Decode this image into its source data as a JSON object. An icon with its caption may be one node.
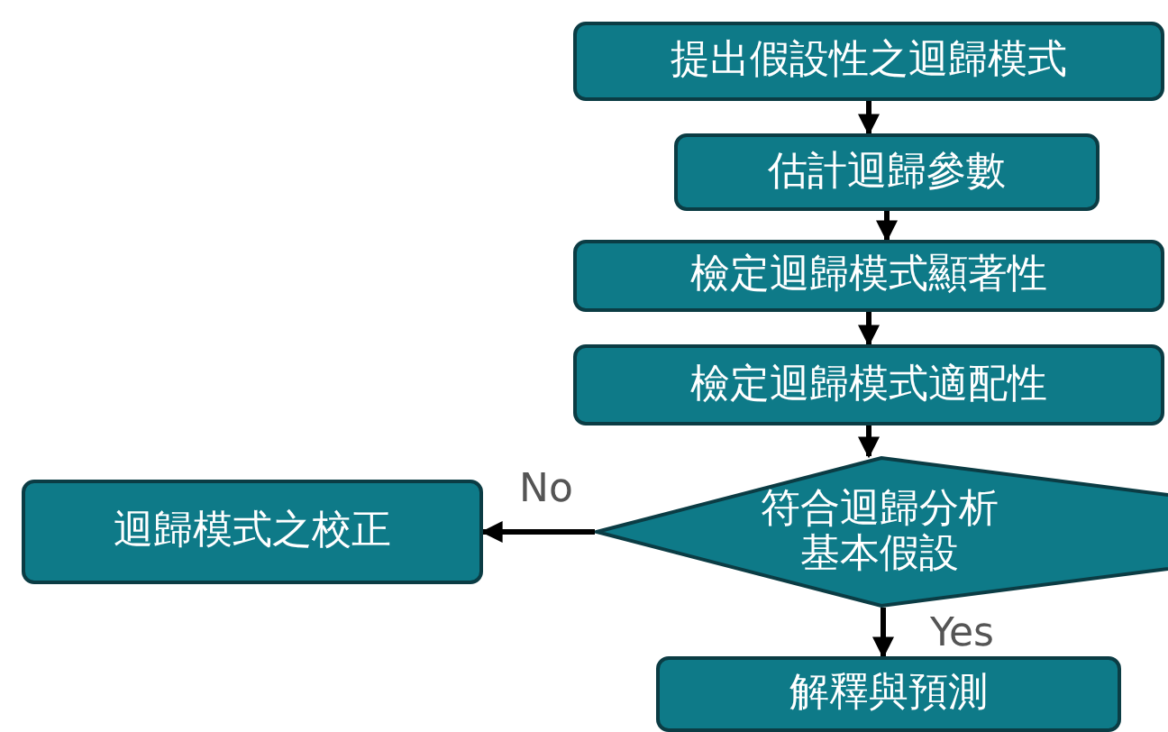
{
  "diagram": {
    "nodes": [
      {
        "text": [
          "提出假設性之迴歸模式"
        ]
      },
      {
        "text": [
          "估計迴歸參數"
        ]
      },
      {
        "text": [
          "檢定迴歸模式顯著性"
        ]
      },
      {
        "text": [
          "檢定迴歸模式適配性"
        ]
      },
      {
        "text": [
          "符合迴歸分析基本假設"
        ]
      },
      {
        "text": [
          "迴歸模式之校正"
        ]
      },
      {
        "text": [
          "解釋與預測"
        ]
      }
    ],
    "edges": [
      {
        "from": 0,
        "to": 1,
        "arrow": "to"
      },
      {
        "from": 1,
        "to": 2,
        "arrow": "to"
      },
      {
        "from": 2,
        "to": 3,
        "arrow": "to"
      },
      {
        "from": 3,
        "to": 4,
        "arrow": "to"
      },
      {
        "from": 4,
        "to": 5,
        "arrow": "to",
        "label": "No"
      },
      {
        "from": 4,
        "to": 6,
        "arrow": "to",
        "label": "Yes"
      }
    ]
  }
}
